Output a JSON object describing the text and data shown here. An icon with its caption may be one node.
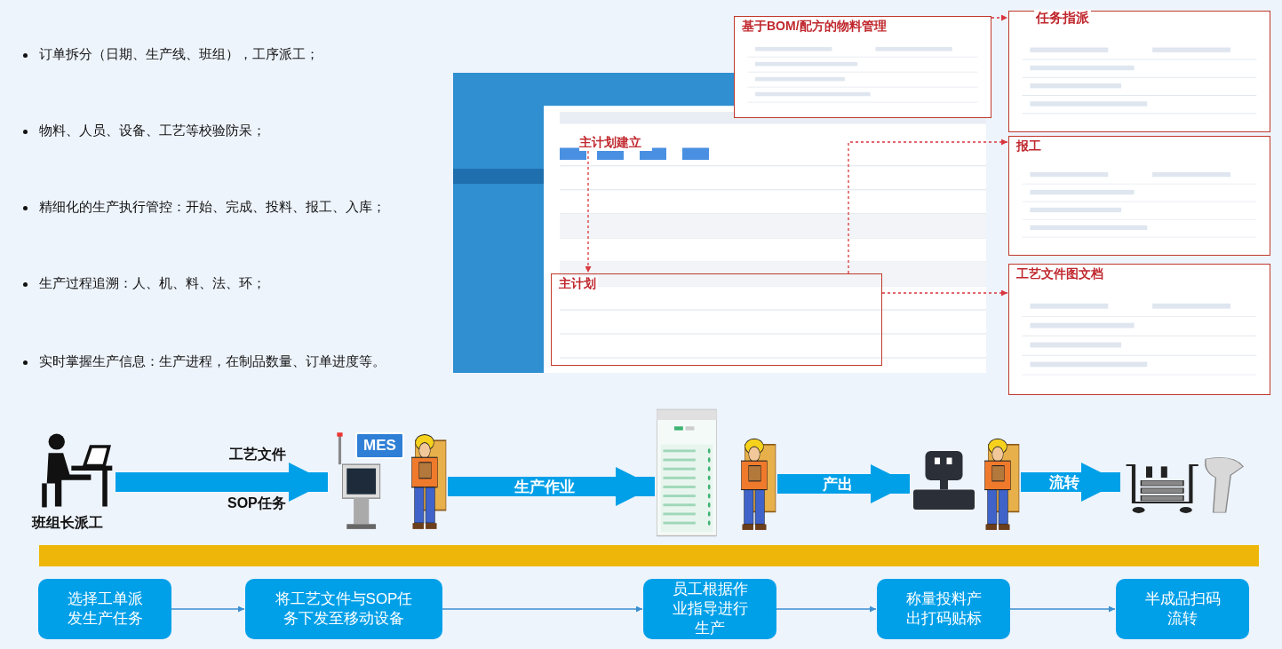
{
  "diagram": {
    "nodes": [
      {
        "text": [
          "选择工单派发生产任务"
        ]
      },
      {
        "text": [
          "将工艺文件与SOP任务下发至移动设备"
        ]
      },
      {
        "text": [
          "员工根据作业指导进行生产"
        ]
      },
      {
        "text": [
          "称量投料产出打码贴标"
        ]
      },
      {
        "text": [
          "半成品扫码流转"
        ]
      },
      {
        "text": [],
        "shape": "picture",
        "beside": [
          "班组长派工"
        ]
      },
      {
        "text": [
          "MES"
        ]
      },
      {
        "text": [],
        "shape": "person"
      },
      {
        "text": [],
        "shape": "picture"
      },
      {
        "text": [],
        "shape": "person"
      },
      {
        "text": [],
        "shape": "picture"
      },
      {
        "text": [],
        "shape": "person"
      },
      {
        "text": [],
        "shape": "picture"
      },
      {
        "text": [],
        "shape": "picture"
      },
      {
        "text": [
          "基于BOM/配方的物料管理"
        ]
      },
      {
        "text": [
          "任务指派"
        ]
      },
      {
        "text": [
          "报工"
        ]
      },
      {
        "text": [
          "工艺文件图文档"
        ]
      },
      {
        "text": [
          "主计划建立"
        ],
        "in": 13
      },
      {
        "text": [
          "主计划"
        ],
        "in": 13
      },
      {
        "text": [],
        "shape": "bar"
      }
    ],
    "edges": [
      {
        "from": 0,
        "to": 1,
        "arrow": "to"
      },
      {
        "from": 1,
        "to": 2,
        "arrow": "to"
      },
      {
        "from": 2,
        "to": 3,
        "arrow": "to"
      },
      {
        "from": 3,
        "to": 4,
        "arrow": "to"
      },
      {
        "from": 5,
        "to": 6,
        "arrow": "to",
        "style": "thick"
      },
      {
        "from": 7,
        "to": 8,
        "arrow": "to",
        "style": "thick",
        "label": "生产作业"
      },
      {
        "from": 9,
        "to": 10,
        "arrow": "to",
        "style": "thick",
        "label": "产出"
      },
      {
        "from": 11,
        "to": 12,
        "arrow": "to",
        "style": "thick",
        "label": "流转"
      },
      {
        "from": 14,
        "to": 15,
        "arrow": "to",
        "style": "dashed",
        "color": "#d9363e"
      },
      {
        "from": 18,
        "to": 19,
        "arrow": "to",
        "style": "dashed",
        "color": "#d9363e"
      },
      {
        "from": 19,
        "to": 16,
        "arrow": "to",
        "style": "dashed",
        "color": "#d9363e"
      },
      {
        "from": 19,
        "to": 17,
        "arrow": "to",
        "style": "dashed",
        "color": "#d9363e"
      }
    ],
    "labels": [
      "订单拆分（日期、生产线、班组），工序派工；",
      "物料、人员、设备、工艺等校验防呆；",
      "精细化的生产执行管控：开始、完成、投料、报工、入库；",
      "生产过程追溯：人、机、料、法、环；",
      "实时掌握生产信息：生产进程，在制品数量、订单进度等。",
      "工艺文件",
      "SOP任务"
    ]
  }
}
